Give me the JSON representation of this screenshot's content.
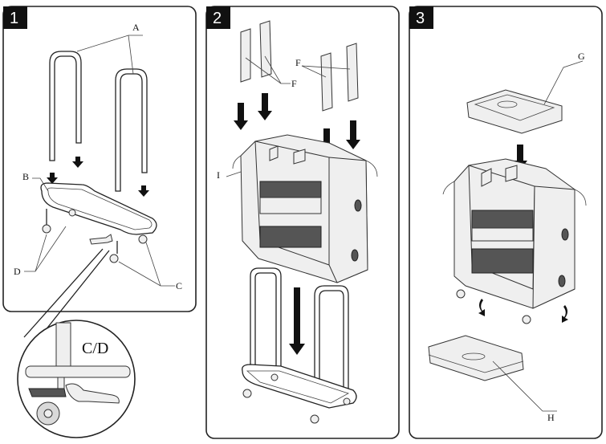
{
  "steps": [
    {
      "number": "1"
    },
    {
      "number": "2"
    },
    {
      "number": "3"
    }
  ],
  "labels": {
    "A": "A",
    "B": "B",
    "C": "C",
    "D": "D",
    "F1": "F",
    "F2": "F",
    "G": "G",
    "H": "H",
    "I": "I"
  },
  "inset_label": "C/D"
}
